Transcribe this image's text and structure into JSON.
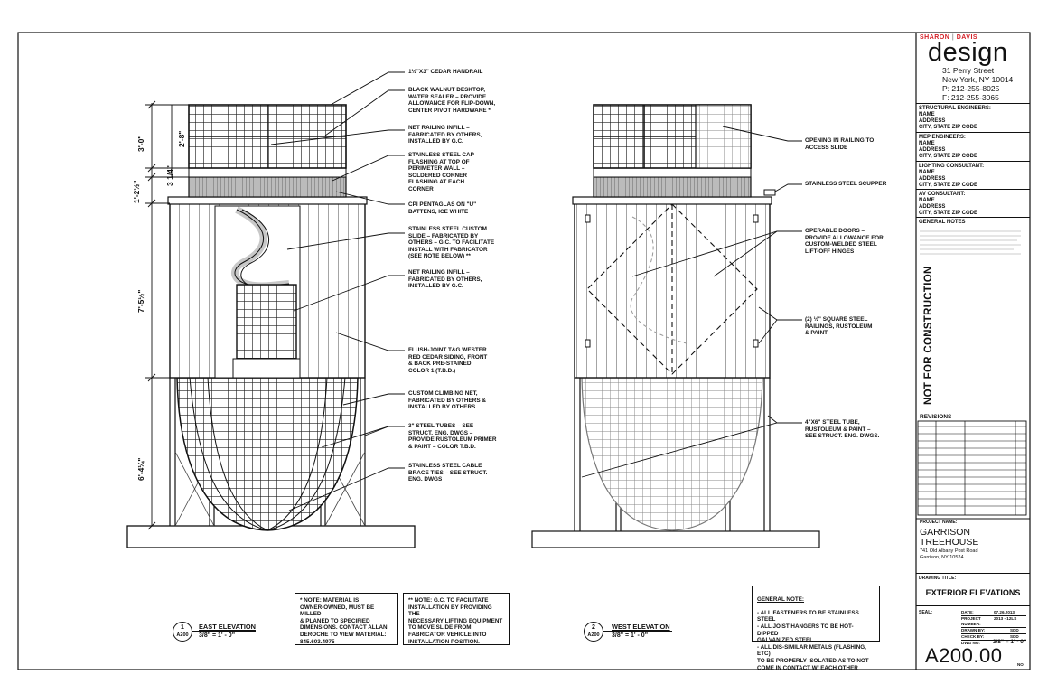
{
  "firm": {
    "name_part1": "SHARON",
    "name_part2": "DAVIS",
    "name_main": "design",
    "address1": "31 Perry Street",
    "address2": "New York, NY 10014",
    "phone": "P: 212-255-8025",
    "fax": "F: 212-255-3065"
  },
  "consultants": [
    {
      "text": "STRUCTURAL ENGINEERS:\nNAME\nADDRESS\nCITY, STATE ZIP CODE"
    },
    {
      "text": "MEP ENGINEERS:\nNAME\nADDRESS\nCITY, STATE ZIP CODE"
    },
    {
      "text": "LIGHTING CONSULTANT:\nNAME\nADDRESS\nCITY, STATE ZIP CODE"
    },
    {
      "text": "AV CONSULTANT:\nNAME\nADDRESS\nCITY, STATE ZIP CODE"
    }
  ],
  "general_notes_label": "GENERAL NOTES",
  "not_for_construction": "NOT FOR CONSTRUCTION",
  "revisions_label": "REVISIONS",
  "project": {
    "label": "PROJECT NAME:",
    "name_line1": "GARRISON",
    "name_line2": "TREEHOUSE",
    "address1": "741 Old Albany Post Road",
    "address2": "Garrison, NY 10524"
  },
  "drawing": {
    "title_label": "DRAWING TITLE:",
    "title": "EXTERIOR ELEVATIONS",
    "seal_label": "SEAL:",
    "info": [
      {
        "label": "DATE:",
        "value": "07.26.2013"
      },
      {
        "label": "PROJECT NUMBER:",
        "value": "2013 - 12LS"
      },
      {
        "label": "DRAWN BY:",
        "value": "SDD"
      },
      {
        "label": "CHECK BY:",
        "value": "SDD"
      },
      {
        "label": "DWG NO:",
        "value": ""
      }
    ],
    "scale": "3/8\" = 1' - 0\"",
    "number": "A200.00",
    "no_label": "NO."
  },
  "east_annotations": [
    "1½\"x3\" CEDAR HANDRAIL",
    "BLACK WALNUT DESKTOP,\nWATER SEALER – PROVIDE\nALLOWANCE FOR FLIP-DOWN,\nCENTER PIVOT HARDWARE *",
    "NET RAILING INFILL –\nFABRICATED BY OTHERS,\nINSTALLED BY G.C.",
    "STAINLESS STEEL CAP\nFLASHING AT TOP OF\nPERIMETER WALL –\nSOLDERED CORNER\nFLASHING AT EACH\nCORNER",
    "CPI PENTAGLAS ON \"U\"\nBATTENS, ICE WHITE",
    "STAINLESS STEEL CUSTOM\nSLIDE – FABRICATED BY\nOTHERS – G.C. TO FACILITATE\nINSTALL WITH FABRICATOR\n(SEE NOTE BELOW) **",
    "NET RAILING INFILL –\nFABRICATED BY OTHERS,\nINSTALLED BY G.C.",
    "FLUSH-JOINT T&G WESTER\nRED CEDAR SIDING, FRONT\n& BACK PRE-STAINED\nCOLOR 1 (T.B.D.)",
    "CUSTOM CLIMBING NET,\nFABRICATED BY OTHERS &\nINSTALLED BY OTHERS",
    "3\" STEEL TUBES – SEE\nSTRUCT. ENG. DWGS –\nPROVIDE RUSTOLEUM PRIMER\n& PAINT – COLOR T.B.D.",
    "STAINLESS STEEL CABLE\nBRACE TIES – SEE STRUCT.\nENG. DWGS"
  ],
  "west_annotations": [
    "OPENING IN RAILING TO\nACCESS SLIDE",
    "STAINLESS STEEL SCUPPER",
    "OPERABLE DOORS –\nPROVIDE ALLOWANCE FOR\nCUSTOM-WELDED STEEL\nLIFT-OFF HINGES",
    "(2) ½\" SQUARE STEEL\nRAILINGS, RUSTOLEUM\n& PAINT",
    "4\"x6\" STEEL TUBE,\nRUSTOLEUM & PAINT –\nSEE STRUCT. ENG. DWGS."
  ],
  "dimensions": [
    "3'-0\"",
    "2'-8\"",
    "3 1/4\"",
    "1'-2½\"",
    "7'-5½\"",
    "6'-4¼\""
  ],
  "notes": {
    "material": "* NOTE: MATERIAL IS\nOWNER-OWNED, MUST BE MILLED\n& PLANED TO SPECIFIED\nDIMENSIONS. CONTACT ALLAN\nDEROCHE TO VIEW MATERIAL:\n845.603.4975",
    "gc": "** NOTE: G.C. TO FACILITATE\nINSTALLATION BY PROVIDING THE\nNECESSARY LIFTING EQUIPMENT\nTO MOVE SLIDE FROM\nFABRICATOR VEHICLE INTO\nINSTALLATION POSITION.",
    "general_title": "GENERAL NOTE:",
    "general_body": "- ALL FASTENERS TO BE STAINLESS STEEL\n- ALL JOIST HANGERS TO BE HOT-DIPPED\n  GALVANIZED STEEL\n- ALL DIS-SIMILAR METALS (FLASHING, ETC)\n  TO BE PROPERLY ISOLATED AS TO NOT\n  COME IN CONTACT W/ EACH OTHER"
  },
  "views": [
    {
      "number": "1",
      "sheet": "A200",
      "title": "EAST ELEVATION",
      "scale": "3/8\" = 1' - 0\""
    },
    {
      "number": "2",
      "sheet": "A200",
      "title": "WEST ELEVATION",
      "scale": "3/8\" = 1' - 0\""
    }
  ]
}
